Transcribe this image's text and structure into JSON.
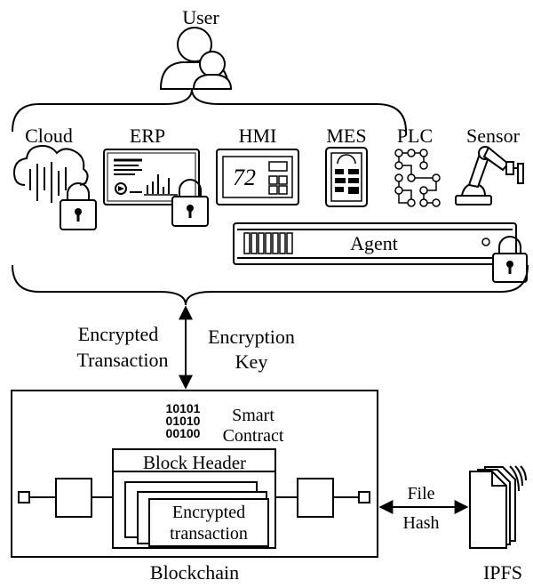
{
  "labels": {
    "user": "User",
    "cloud": "Cloud",
    "erp": "ERP",
    "hmi": "HMI",
    "mes": "MES",
    "plc": "PLC",
    "sensor": "Sensor",
    "agent": "Agent",
    "hmi_display": "72",
    "encrypted_transaction_1": "Encrypted",
    "encrypted_transaction_2": "Transaction",
    "encryption_key_1": "Encryption",
    "encryption_key_2": "Key",
    "binary_1": "10101",
    "binary_2": "01010",
    "binary_3": "00100",
    "smart_contract_1": "Smart",
    "smart_contract_2": "Contract",
    "block_header": "Block Header",
    "block_tx_1": "Encrypted",
    "block_tx_2": "transaction",
    "file_hash_1": "File",
    "file_hash_2": "Hash",
    "ipfs": "IPFS",
    "blockchain": "Blockchain"
  }
}
